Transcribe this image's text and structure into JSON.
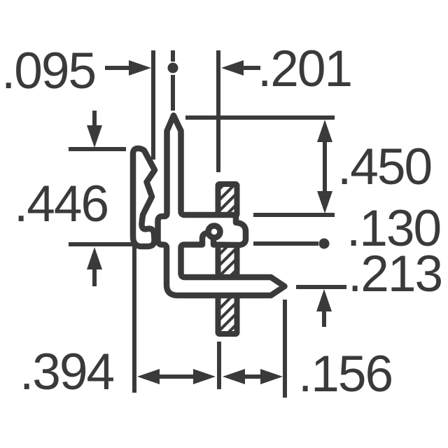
{
  "drawing": {
    "background_color": "#ffffff",
    "line_color": "#3a3a3b",
    "labels": {
      "d095": ".095",
      "d201": ".201",
      "d450": ".450",
      "d446": ".446",
      "d130": ".130",
      "d213": ".213",
      "d394": ".394",
      "d156": ".156"
    }
  }
}
